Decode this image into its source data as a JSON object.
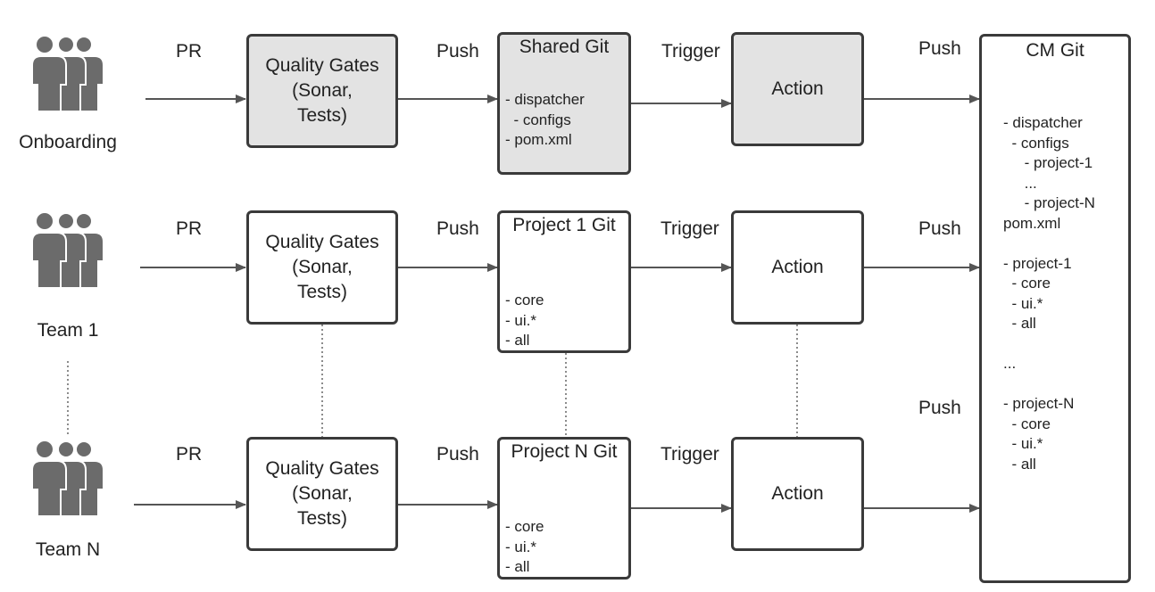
{
  "rows": [
    {
      "actor": "Onboarding",
      "pr": "PR",
      "gate": "Quality Gates\n(Sonar,\nTests)",
      "push1": "Push",
      "git_title": "Shared Git",
      "git_items": "- dispatcher\n  - configs\n- pom.xml",
      "trigger": "Trigger",
      "action": "Action",
      "push2": "Push"
    },
    {
      "actor": "Team 1",
      "pr": "PR",
      "gate": "Quality Gates\n(Sonar,\nTests)",
      "push1": "Push",
      "git_title": "Project 1 Git",
      "git_items": "- core\n- ui.*\n- all",
      "trigger": "Trigger",
      "action": "Action",
      "push2": "Push"
    },
    {
      "actor": "Team N",
      "pr": "PR",
      "gate": "Quality Gates\n(Sonar,\nTests)",
      "push1": "Push",
      "git_title": "Project N Git",
      "git_items": "- core\n- ui.*\n- all",
      "trigger": "Trigger",
      "action": "Action",
      "push2": "Push"
    }
  ],
  "cm_git": {
    "title": "CM Git",
    "items": "- dispatcher\n  - configs\n     - project-1\n     ...\n     - project-N\npom.xml\n\n- project-1\n  - core\n  - ui.*\n  - all\n\n...\n\n- project-N\n  - core\n  - ui.*\n  - all"
  },
  "icons": {
    "people": "people-group-icon"
  },
  "colors": {
    "box_border": "#3a3a3a",
    "shaded_fill": "#e3e3e3",
    "arrow": "#555555",
    "icon": "#6b6b6b"
  }
}
